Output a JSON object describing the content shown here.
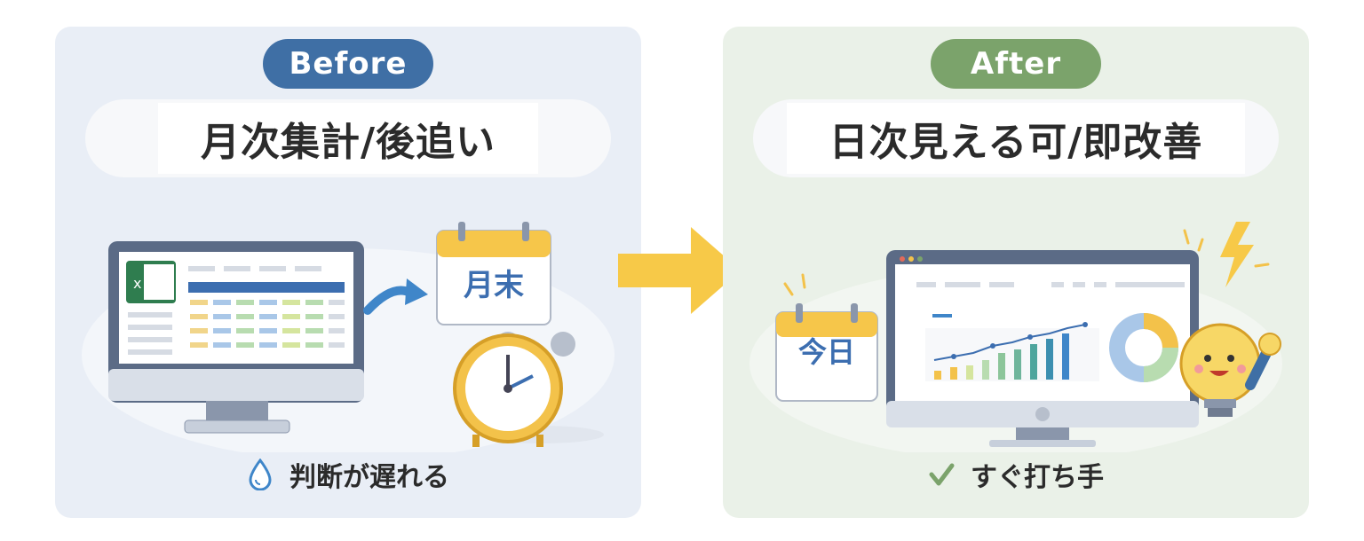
{
  "before": {
    "badge": "Before",
    "title": "月次集計/後追い",
    "calendar_label": "月末",
    "caption": "判断が遅れる",
    "caption_icon": "water-drop-icon"
  },
  "after": {
    "badge": "After",
    "title": "日次見える可/即改善",
    "calendar_label": "今日",
    "caption": "すぐ打ち手",
    "caption_icon": "checkmark-icon"
  },
  "colors": {
    "before_badge": "#3f6fa5",
    "after_badge": "#7ba36b",
    "arrow": "#f7c948"
  }
}
